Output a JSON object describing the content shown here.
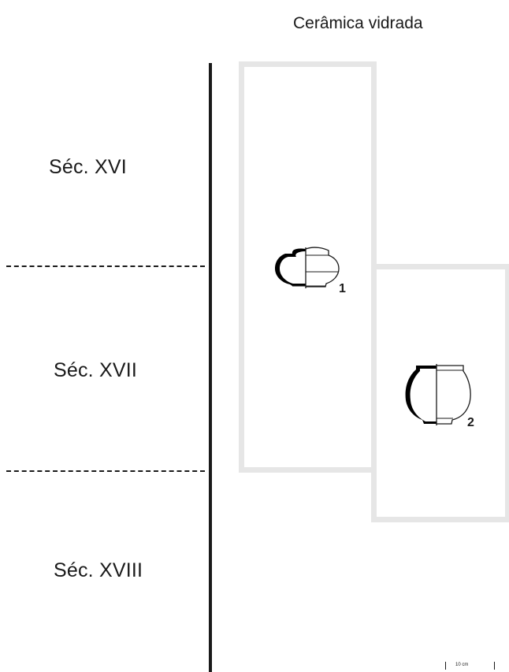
{
  "chart_title": "Cerâmica vidrada",
  "centuries": [
    {
      "label": "Séc. XVI"
    },
    {
      "label": "Séc. XVII"
    },
    {
      "label": "Séc. XVIII"
    }
  ],
  "vessels": [
    {
      "number": "1",
      "fill_color": "#000000"
    },
    {
      "number": "2",
      "fill_color": "#000000"
    }
  ],
  "range_box_color": "#e6e6e6",
  "scale": {
    "label": "10 cm"
  }
}
